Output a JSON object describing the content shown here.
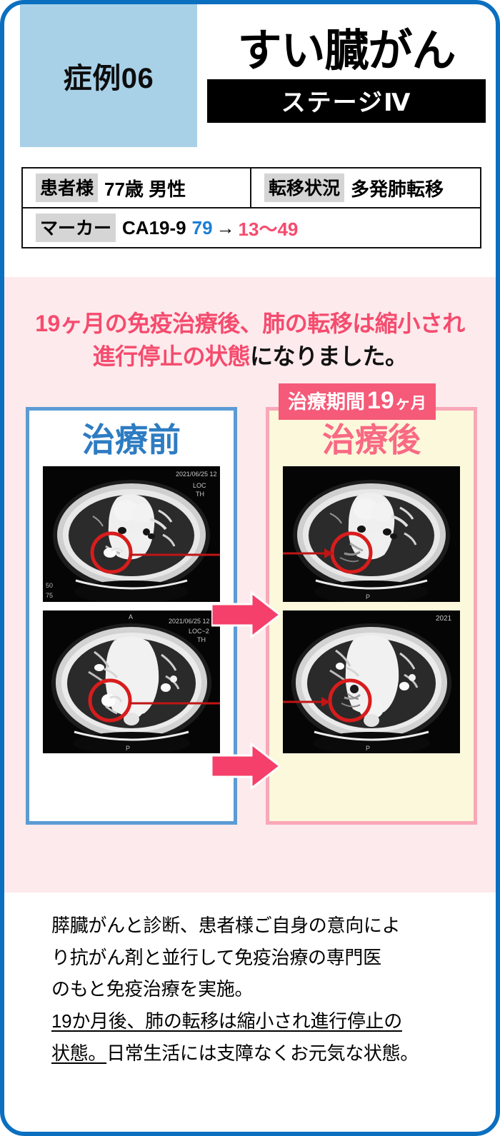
{
  "header": {
    "case_label": "症例06",
    "disease_title": "すい臓がん",
    "stage_banner": "ステージⅣ"
  },
  "info": {
    "patient_chip": "患者様",
    "patient_value": "77歳 男性",
    "metastasis_chip": "転移状況",
    "metastasis_value": "多発肺転移",
    "marker_chip": "マーカー",
    "marker_name": "CA19-9",
    "marker_before": "79",
    "marker_arrow": "→",
    "marker_after": "13〜49"
  },
  "headline": {
    "line1_pink": "19ヶ月の免疫治療後、肺の転移は縮小され",
    "line2_pink": "進行停止の状態",
    "line2_black": "になりました。"
  },
  "compare": {
    "before_title": "治療前",
    "after_title": "治療後",
    "period_label": "治療期間",
    "period_number": "19",
    "period_unit": "ヶ月",
    "scan_meta_1": "2021/06/25 12",
    "scan_meta_2": "LOC",
    "scan_meta_3": "TH",
    "scan_meta_4": "2021",
    "scan_orient_a": "A",
    "scan_orient_p": "P"
  },
  "bottom": {
    "line1": "膵臓がんと診断、患者様ご自身の意向によ",
    "line2": "り抗がん剤と並行して免疫治療の専門医",
    "line3": "のもと免疫治療を実施。",
    "line4_underline": "19か月後、肺の転移は縮小され進行停止の",
    "line5_underline": "状態。",
    "line5_rest": "日常生活には支障なくお元気な状態。"
  },
  "colors": {
    "frame_blue": "#0B6FC0",
    "case_box_blue": "#A8D1E7",
    "pink_bg": "#FDEAEC",
    "accent_pink": "#F54B6E",
    "badge_pink": "#F55A78",
    "before_border": "#5B9BD5",
    "after_border": "#F9A8B8",
    "after_bg": "#FBF8DC",
    "marker_blue": "#1C7FD6",
    "title_blue": "#2E7CC2",
    "title_pink": "#F96A84"
  }
}
